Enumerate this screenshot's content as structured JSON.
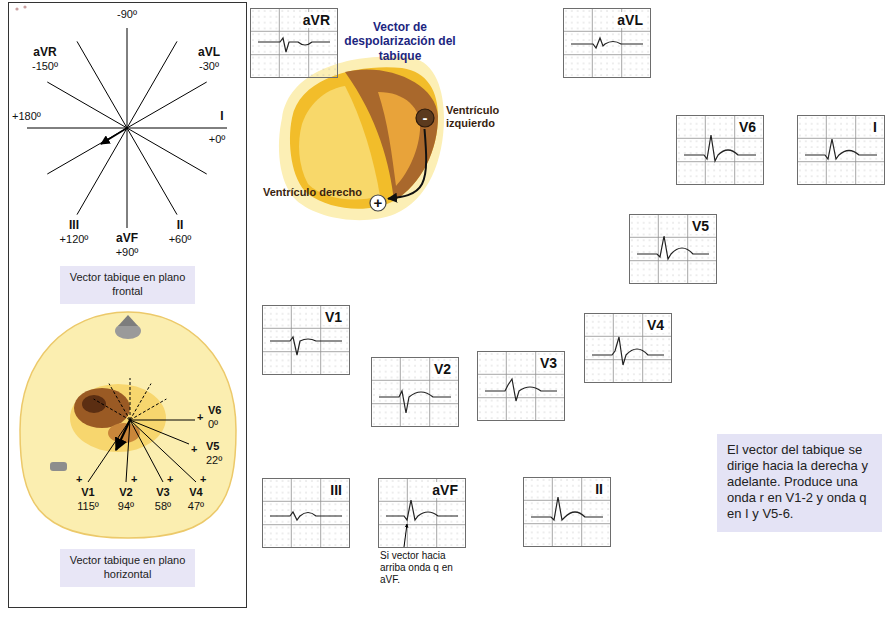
{
  "diagram": {
    "nodes": [
      {
        "text": [
          "aVR"
        ]
      },
      {
        "text": [
          "aVL"
        ]
      },
      {
        "text": [
          "-"
        ]
      },
      {
        "text": [
          "V6"
        ]
      },
      {
        "text": [
          "I"
        ]
      },
      {
        "text": [
          "+"
        ]
      },
      {
        "text": [
          "V5"
        ]
      },
      {
        "text": [
          "Vector tabique en plano frontal"
        ]
      },
      {
        "text": [
          "V1"
        ]
      },
      {
        "text": [
          "V4"
        ]
      },
      {
        "text": [
          "V2"
        ]
      },
      {
        "text": [
          "V3"
        ]
      },
      {
        "text": [
          "El vector del tabique se dirige hacia la derecha y adelante. Produce una onda r en V1-2 y onda q en I y V5-6."
        ]
      },
      {
        "text": [
          "III"
        ]
      },
      {
        "text": [
          "aVF"
        ]
      },
      {
        "text": [
          "II"
        ]
      },
      {
        "text": [
          "Vector tabique en plano horizontal"
        ]
      }
    ],
    "edges": [
      {
        "from": 2,
        "to": 5,
        "arrow": "to"
      }
    ],
    "labels": [
      "-90º",
      "aVR",
      "-150º",
      "aVL",
      "-30º",
      "+180º",
      "I",
      "+0º",
      "III",
      "+120º",
      "aVF",
      "+90º",
      "II",
      "+60º",
      "+",
      "V6",
      "0º",
      "+",
      "V5",
      "22º",
      "+",
      "+",
      "+",
      "+",
      "V1",
      "V2",
      "V3",
      "V4",
      "115º",
      "94º",
      "58º",
      "47º",
      "Vector de despolarización del tabique",
      "Ventrículo izquierdo",
      "Ventrículo derecho",
      "Si vector hacia arriba onda q en aVF."
    ]
  }
}
